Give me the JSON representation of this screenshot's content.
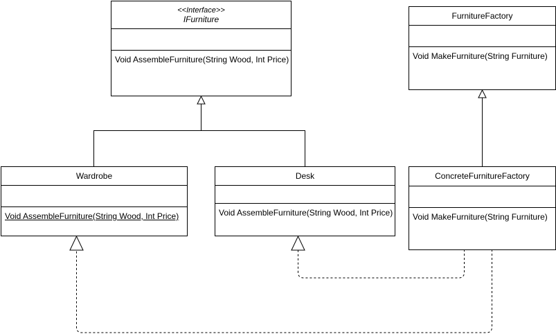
{
  "classes": {
    "ifurniture": {
      "stereotype": "<<Interface>>",
      "name": "IFurniture",
      "operation": "Void AssembleFurniture(String Wood, Int Price)"
    },
    "furniture_factory": {
      "name": "FurnitureFactory",
      "operation": "Void MakeFurniture(String Furniture)"
    },
    "wardrobe": {
      "name": "Wardrobe",
      "operation": "Void AssembleFurniture(String Wood, Int Price)"
    },
    "desk": {
      "name": "Desk",
      "operation": "Void AssembleFurniture(String Wood, Int Price)"
    },
    "concrete_factory": {
      "name": "ConcreteFurnitureFactory",
      "operation": "Void MakeFurniture(String Furniture)"
    }
  },
  "relationships": [
    {
      "type": "generalization",
      "from": "wardrobe",
      "to": "ifurniture"
    },
    {
      "type": "generalization",
      "from": "desk",
      "to": "ifurniture"
    },
    {
      "type": "generalization",
      "from": "concrete_factory",
      "to": "furniture_factory"
    },
    {
      "type": "dependency",
      "style": "dashed",
      "from": "concrete_factory",
      "to": "desk"
    },
    {
      "type": "dependency",
      "style": "dashed",
      "from": "concrete_factory",
      "to": "wardrobe"
    }
  ]
}
